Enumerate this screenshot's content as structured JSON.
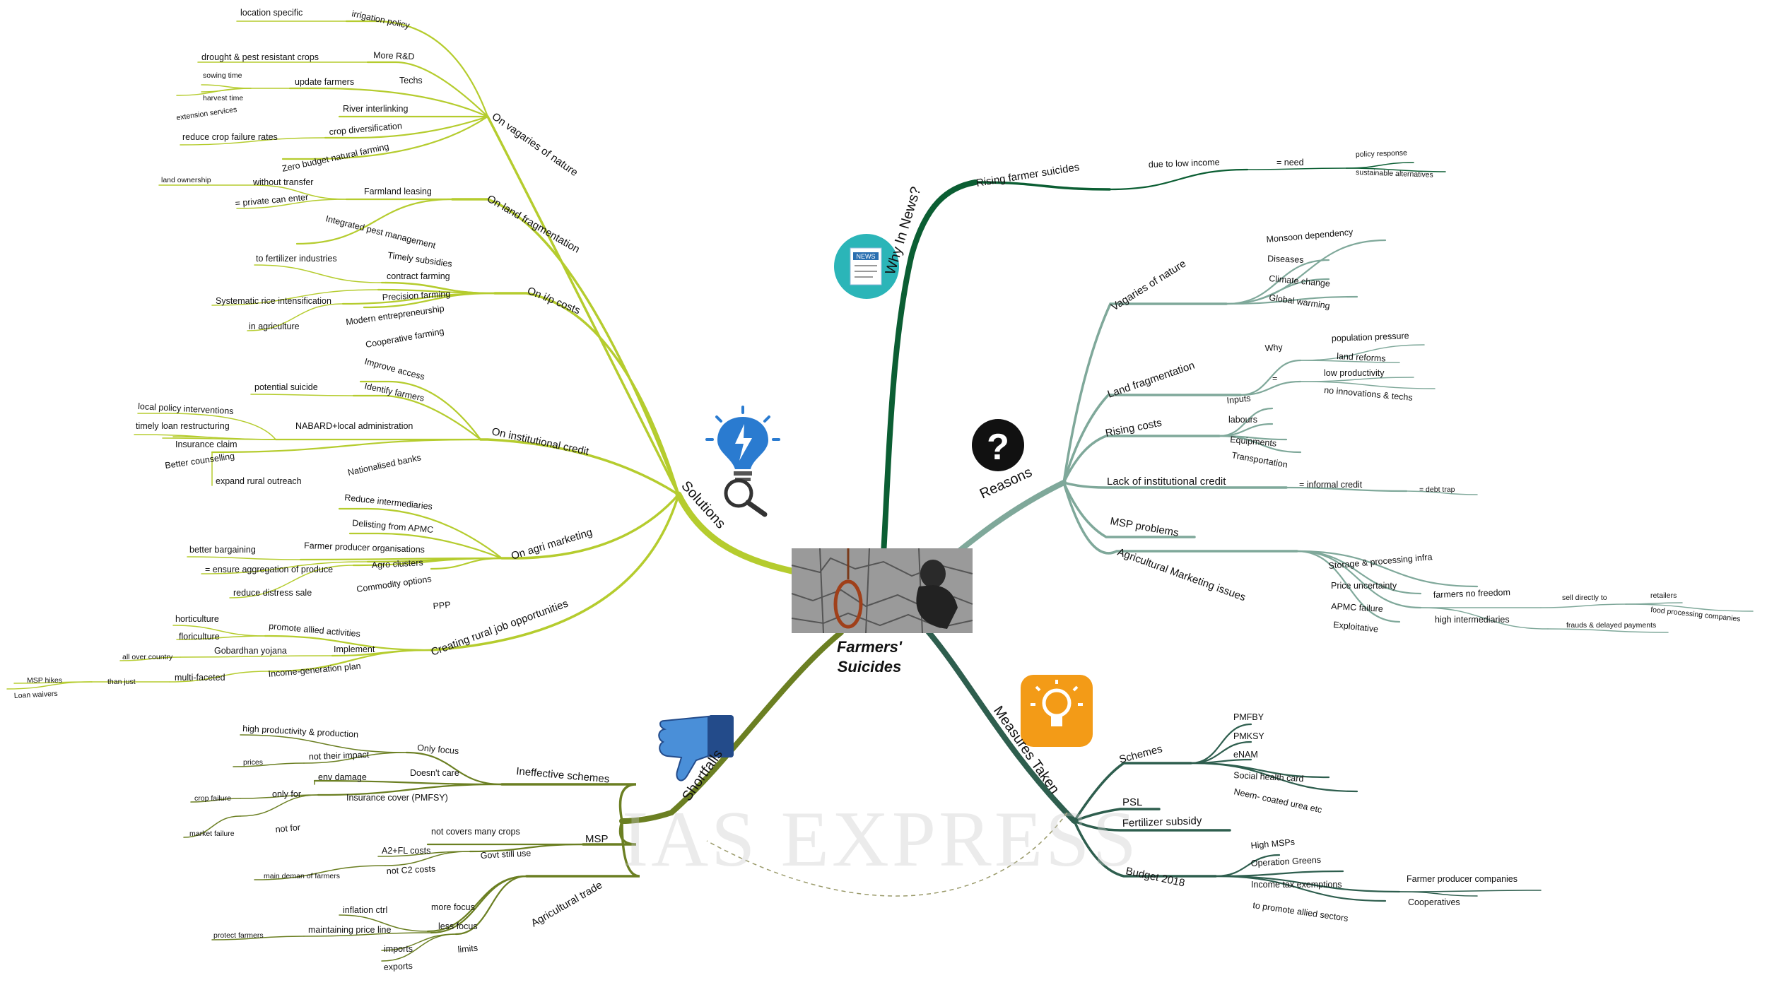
{
  "central": {
    "title_line1": "Farmers'",
    "title_line2": "Suicides",
    "image": "noose-and-farmer-on-cracked-earth"
  },
  "watermark": "IAS EXPRESS",
  "colors": {
    "why": "#0b5e33",
    "reasons": "#7fa89a",
    "measures": "#2e5e4e",
    "shortfalls": "#6b7f22",
    "solutions": "#b5cc2e"
  },
  "icons": {
    "why": "newspaper-icon",
    "reasons": "question-mark-icon",
    "measures": "lightbulb-icon",
    "shortfalls": "thumbs-down-icon",
    "solutions": "idea-search-icon"
  },
  "branches": {
    "why": {
      "label": "Why In News?",
      "children": [
        {
          "label": "Rising farmer suicides",
          "children": [
            {
              "label": "due to low income",
              "children": [
                {
                  "label": "= need",
                  "children": [
                    {
                      "label": "policy response"
                    },
                    {
                      "label": "sustainable alternatives"
                    }
                  ]
                }
              ]
            }
          ]
        }
      ]
    },
    "reasons": {
      "label": "Reasons",
      "children": [
        {
          "label": "Vagaries of nature",
          "children": [
            {
              "label": "Monsoon dependency"
            },
            {
              "label": "Diseases"
            },
            {
              "label": "Climate change"
            },
            {
              "label": "Global warming"
            }
          ]
        },
        {
          "label": "Land fragmentation",
          "children": [
            {
              "label": "Why",
              "children": [
                {
                  "label": "population pressure"
                },
                {
                  "label": "land reforms"
                }
              ]
            },
            {
              "label": "=",
              "children": [
                {
                  "label": "low productivity"
                },
                {
                  "label": "no innovations & techs"
                }
              ]
            }
          ]
        },
        {
          "label": "Rising costs",
          "children": [
            {
              "label": "Inputs"
            },
            {
              "label": "labours"
            },
            {
              "label": "Equipments"
            },
            {
              "label": "Transportation"
            }
          ]
        },
        {
          "label": "Lack of institutional credit",
          "children": [
            {
              "label": "= informal credit",
              "children": [
                {
                  "label": "= debt trap"
                }
              ]
            }
          ]
        },
        {
          "label": "MSP problems"
        },
        {
          "label": "Agricultural Marketing issues",
          "children": [
            {
              "label": "Storage & processing infra"
            },
            {
              "label": "Price uncertainty"
            },
            {
              "label": "APMC failure",
              "children": [
                {
                  "label": "farmers no freedom",
                  "children": [
                    {
                      "label": "sell directly to",
                      "children": [
                        {
                          "label": "retailers"
                        },
                        {
                          "label": "food processing companies"
                        }
                      ]
                    }
                  ]
                },
                {
                  "label": "high intermediaries",
                  "children": [
                    {
                      "label": "frauds & delayed payments"
                    }
                  ]
                }
              ]
            },
            {
              "label": "Exploitative"
            }
          ]
        }
      ]
    },
    "measures": {
      "label": "Measures Taken",
      "children": [
        {
          "label": "Schemes",
          "children": [
            {
              "label": "PMFBY"
            },
            {
              "label": "PMKSY"
            },
            {
              "label": "eNAM"
            },
            {
              "label": "Social health card"
            },
            {
              "label": "Neem- coated urea etc"
            }
          ]
        },
        {
          "label": "PSL"
        },
        {
          "label": "Fertilizer subsidy"
        },
        {
          "label": "Budget 2018",
          "children": [
            {
              "label": "High MSPs"
            },
            {
              "label": "Operation Greens"
            },
            {
              "label": "Income tax exemptions",
              "children": [
                {
                  "label": "Farmer producer companies"
                },
                {
                  "label": "Cooperatives"
                }
              ]
            },
            {
              "label": "to promote allied sectors"
            }
          ]
        }
      ]
    },
    "shortfalls": {
      "label": "Shortfalls",
      "children": [
        {
          "label": "Ineffective schemes",
          "children": [
            {
              "label": "Only focus",
              "children": [
                {
                  "label": "high productivity & production"
                },
                {
                  "label": "not their impact",
                  "children": [
                    {
                      "label": "prices"
                    }
                  ]
                }
              ]
            },
            {
              "label": "Doesn't care",
              "children": [
                {
                  "label": "env damage"
                }
              ]
            },
            {
              "label": "Insurance cover (PMFSY)",
              "children": [
                {
                  "label": "only for",
                  "children": [
                    {
                      "label": "crop failure"
                    }
                  ]
                },
                {
                  "label": "not for",
                  "children": [
                    {
                      "label": "market failure"
                    }
                  ]
                }
              ]
            }
          ]
        },
        {
          "label": "MSP",
          "children": [
            {
              "label": "not covers many crops"
            },
            {
              "label": "Govt still use",
              "children": [
                {
                  "label": "A2+FL costs"
                },
                {
                  "label": "not C2 costs",
                  "children": [
                    {
                      "label": "main deman of farmers"
                    }
                  ]
                }
              ]
            }
          ]
        },
        {
          "label": "Agricultural trade",
          "children": [
            {
              "label": "more focus",
              "children": [
                {
                  "label": "inflation ctrl"
                }
              ]
            },
            {
              "label": "less focus",
              "children": [
                {
                  "label": "maintaining price line",
                  "children": [
                    {
                      "label": "protect farmers"
                    }
                  ]
                }
              ]
            },
            {
              "label": "limits",
              "children": [
                {
                  "label": "imports"
                },
                {
                  "label": "exports"
                }
              ]
            }
          ]
        }
      ]
    },
    "solutions": {
      "label": "Solutions",
      "children": [
        {
          "label": "On vagaries of nature",
          "children": [
            {
              "label": "irrigation policy",
              "children": [
                {
                  "label": "location specific"
                }
              ]
            },
            {
              "label": "More R&D",
              "children": [
                {
                  "label": "drought & pest resistant crops"
                }
              ]
            },
            {
              "label": "Techs",
              "children": [
                {
                  "label": "update farmers",
                  "children": [
                    {
                      "label": "sowing time"
                    },
                    {
                      "label": "harvest time"
                    },
                    {
                      "label": "extension services"
                    }
                  ]
                }
              ]
            },
            {
              "label": "River interlinking"
            },
            {
              "label": "crop diversification",
              "children": [
                {
                  "label": "reduce crop failure rates"
                }
              ]
            },
            {
              "label": "Zero budget natural farming"
            }
          ]
        },
        {
          "label": "On land fragmentation",
          "children": [
            {
              "label": "Farmland leasing",
              "children": [
                {
                  "label": "without transfer",
                  "children": [
                    {
                      "label": "land ownership"
                    }
                  ]
                },
                {
                  "label": "= private can enter"
                }
              ]
            },
            {
              "label": "Integrated pest management"
            }
          ]
        },
        {
          "label": "On i/p costs",
          "children": [
            {
              "label": "Timely subsidies",
              "children": [
                {
                  "label": "to fertilizer industries"
                }
              ]
            },
            {
              "label": "contract farming"
            },
            {
              "label": "Precision farming",
              "children": [
                {
                  "label": "Systematic rice intensification"
                }
              ]
            },
            {
              "label": "Modern entrepreneurship",
              "children": [
                {
                  "label": "in agriculture"
                }
              ]
            },
            {
              "label": "Cooperative farming"
            }
          ]
        },
        {
          "label": "On institutional credit",
          "children": [
            {
              "label": "Improve access"
            },
            {
              "label": "Identify farmers",
              "children": [
                {
                  "label": "potential suicide"
                }
              ]
            },
            {
              "label": "NABARD+local administration",
              "children": [
                {
                  "label": "local policy interventions"
                },
                {
                  "label": "timely loan restructuring"
                },
                {
                  "label": "Insurance claim"
                },
                {
                  "label": "Better counselling"
                }
              ]
            },
            {
              "label": "Nationalised banks",
              "children": [
                {
                  "label": "expand rural outreach"
                }
              ]
            }
          ]
        },
        {
          "label": "On agri marketing",
          "children": [
            {
              "label": "Reduce intermediaries"
            },
            {
              "label": "Delisting from APMC"
            },
            {
              "label": "Farmer producer organisations",
              "children": [
                {
                  "label": "better bargaining"
                }
              ]
            },
            {
              "label": "Agro clusters",
              "children": [
                {
                  "label": "= ensure aggregation of produce"
                }
              ]
            },
            {
              "label": "Commodity options",
              "children": [
                {
                  "label": "reduce distress sale"
                }
              ]
            },
            {
              "label": "PPP"
            }
          ]
        },
        {
          "label": "Creating rural job opportunities",
          "children": [
            {
              "label": "promote allied activities",
              "children": [
                {
                  "label": "horticulture"
                },
                {
                  "label": "floriculture"
                }
              ]
            },
            {
              "label": "Implement",
              "children": [
                {
                  "label": "Gobardhan yojana",
                  "children": [
                    {
                      "label": "all over country"
                    }
                  ]
                }
              ]
            },
            {
              "label": "Income-generation plan",
              "children": [
                {
                  "label": "multi-faceted",
                  "children": [
                    {
                      "label": "than just",
                      "children": [
                        {
                          "label": "MSP hikes"
                        },
                        {
                          "label": "Loan waivers"
                        }
                      ]
                    }
                  ]
                }
              ]
            }
          ]
        }
      ]
    }
  }
}
